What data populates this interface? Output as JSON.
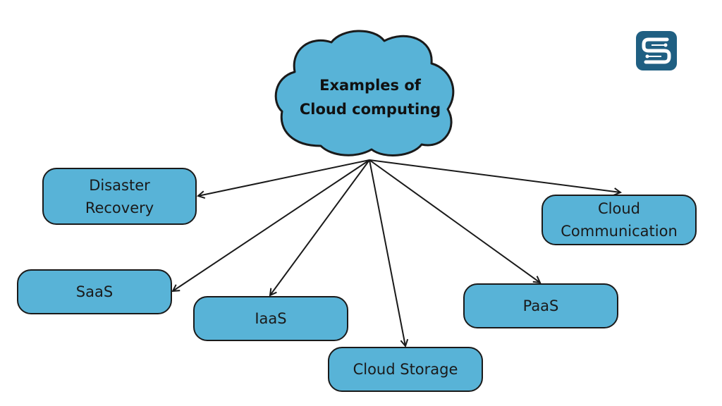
{
  "center": {
    "line1": "Examples of",
    "line2": "Cloud computing"
  },
  "nodes": {
    "disaster_recovery": {
      "line1": "Disaster",
      "line2": "Recovery"
    },
    "cloud_communication": {
      "line1": "Cloud",
      "line2": "Communication"
    },
    "saas": {
      "label": "SaaS"
    },
    "iaas": {
      "label": "IaaS"
    },
    "paas": {
      "label": "PaaS"
    },
    "cloud_storage": {
      "label": "Cloud Storage"
    }
  },
  "colors": {
    "node_fill": "#58b3d7",
    "outline": "#1a1a1a",
    "logo": "#1f5f82"
  },
  "icons": {
    "logo": "s-circuit-logo-icon"
  }
}
